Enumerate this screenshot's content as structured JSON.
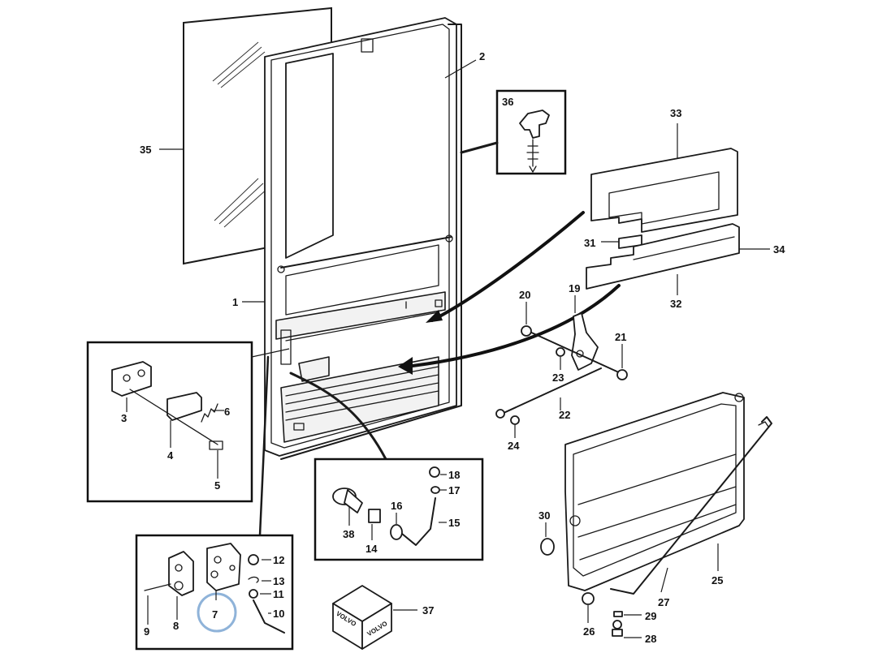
{
  "labels": {
    "p1": "1",
    "p2": "2",
    "p3": "3",
    "p4": "4",
    "p5": "5",
    "p6": "6",
    "p7": "7",
    "p8": "8",
    "p9": "9",
    "p10": "10",
    "p11": "11",
    "p12": "12",
    "p13": "13",
    "p14": "14",
    "p15": "15",
    "p16": "16",
    "p17": "17",
    "p18": "18",
    "p19": "19",
    "p20": "20",
    "p21": "21",
    "p22": "22",
    "p23": "23",
    "p24": "24",
    "p25": "25",
    "p26": "26",
    "p27": "27",
    "p28": "28",
    "p29": "29",
    "p30": "30",
    "p31": "31",
    "p32": "32",
    "p33": "33",
    "p34": "34",
    "p35": "35",
    "p36": "36",
    "p37": "37",
    "p38": "38"
  },
  "brand_mark": "VOLVO",
  "highlight": {
    "part": "7",
    "color": "#8fb3d9"
  }
}
